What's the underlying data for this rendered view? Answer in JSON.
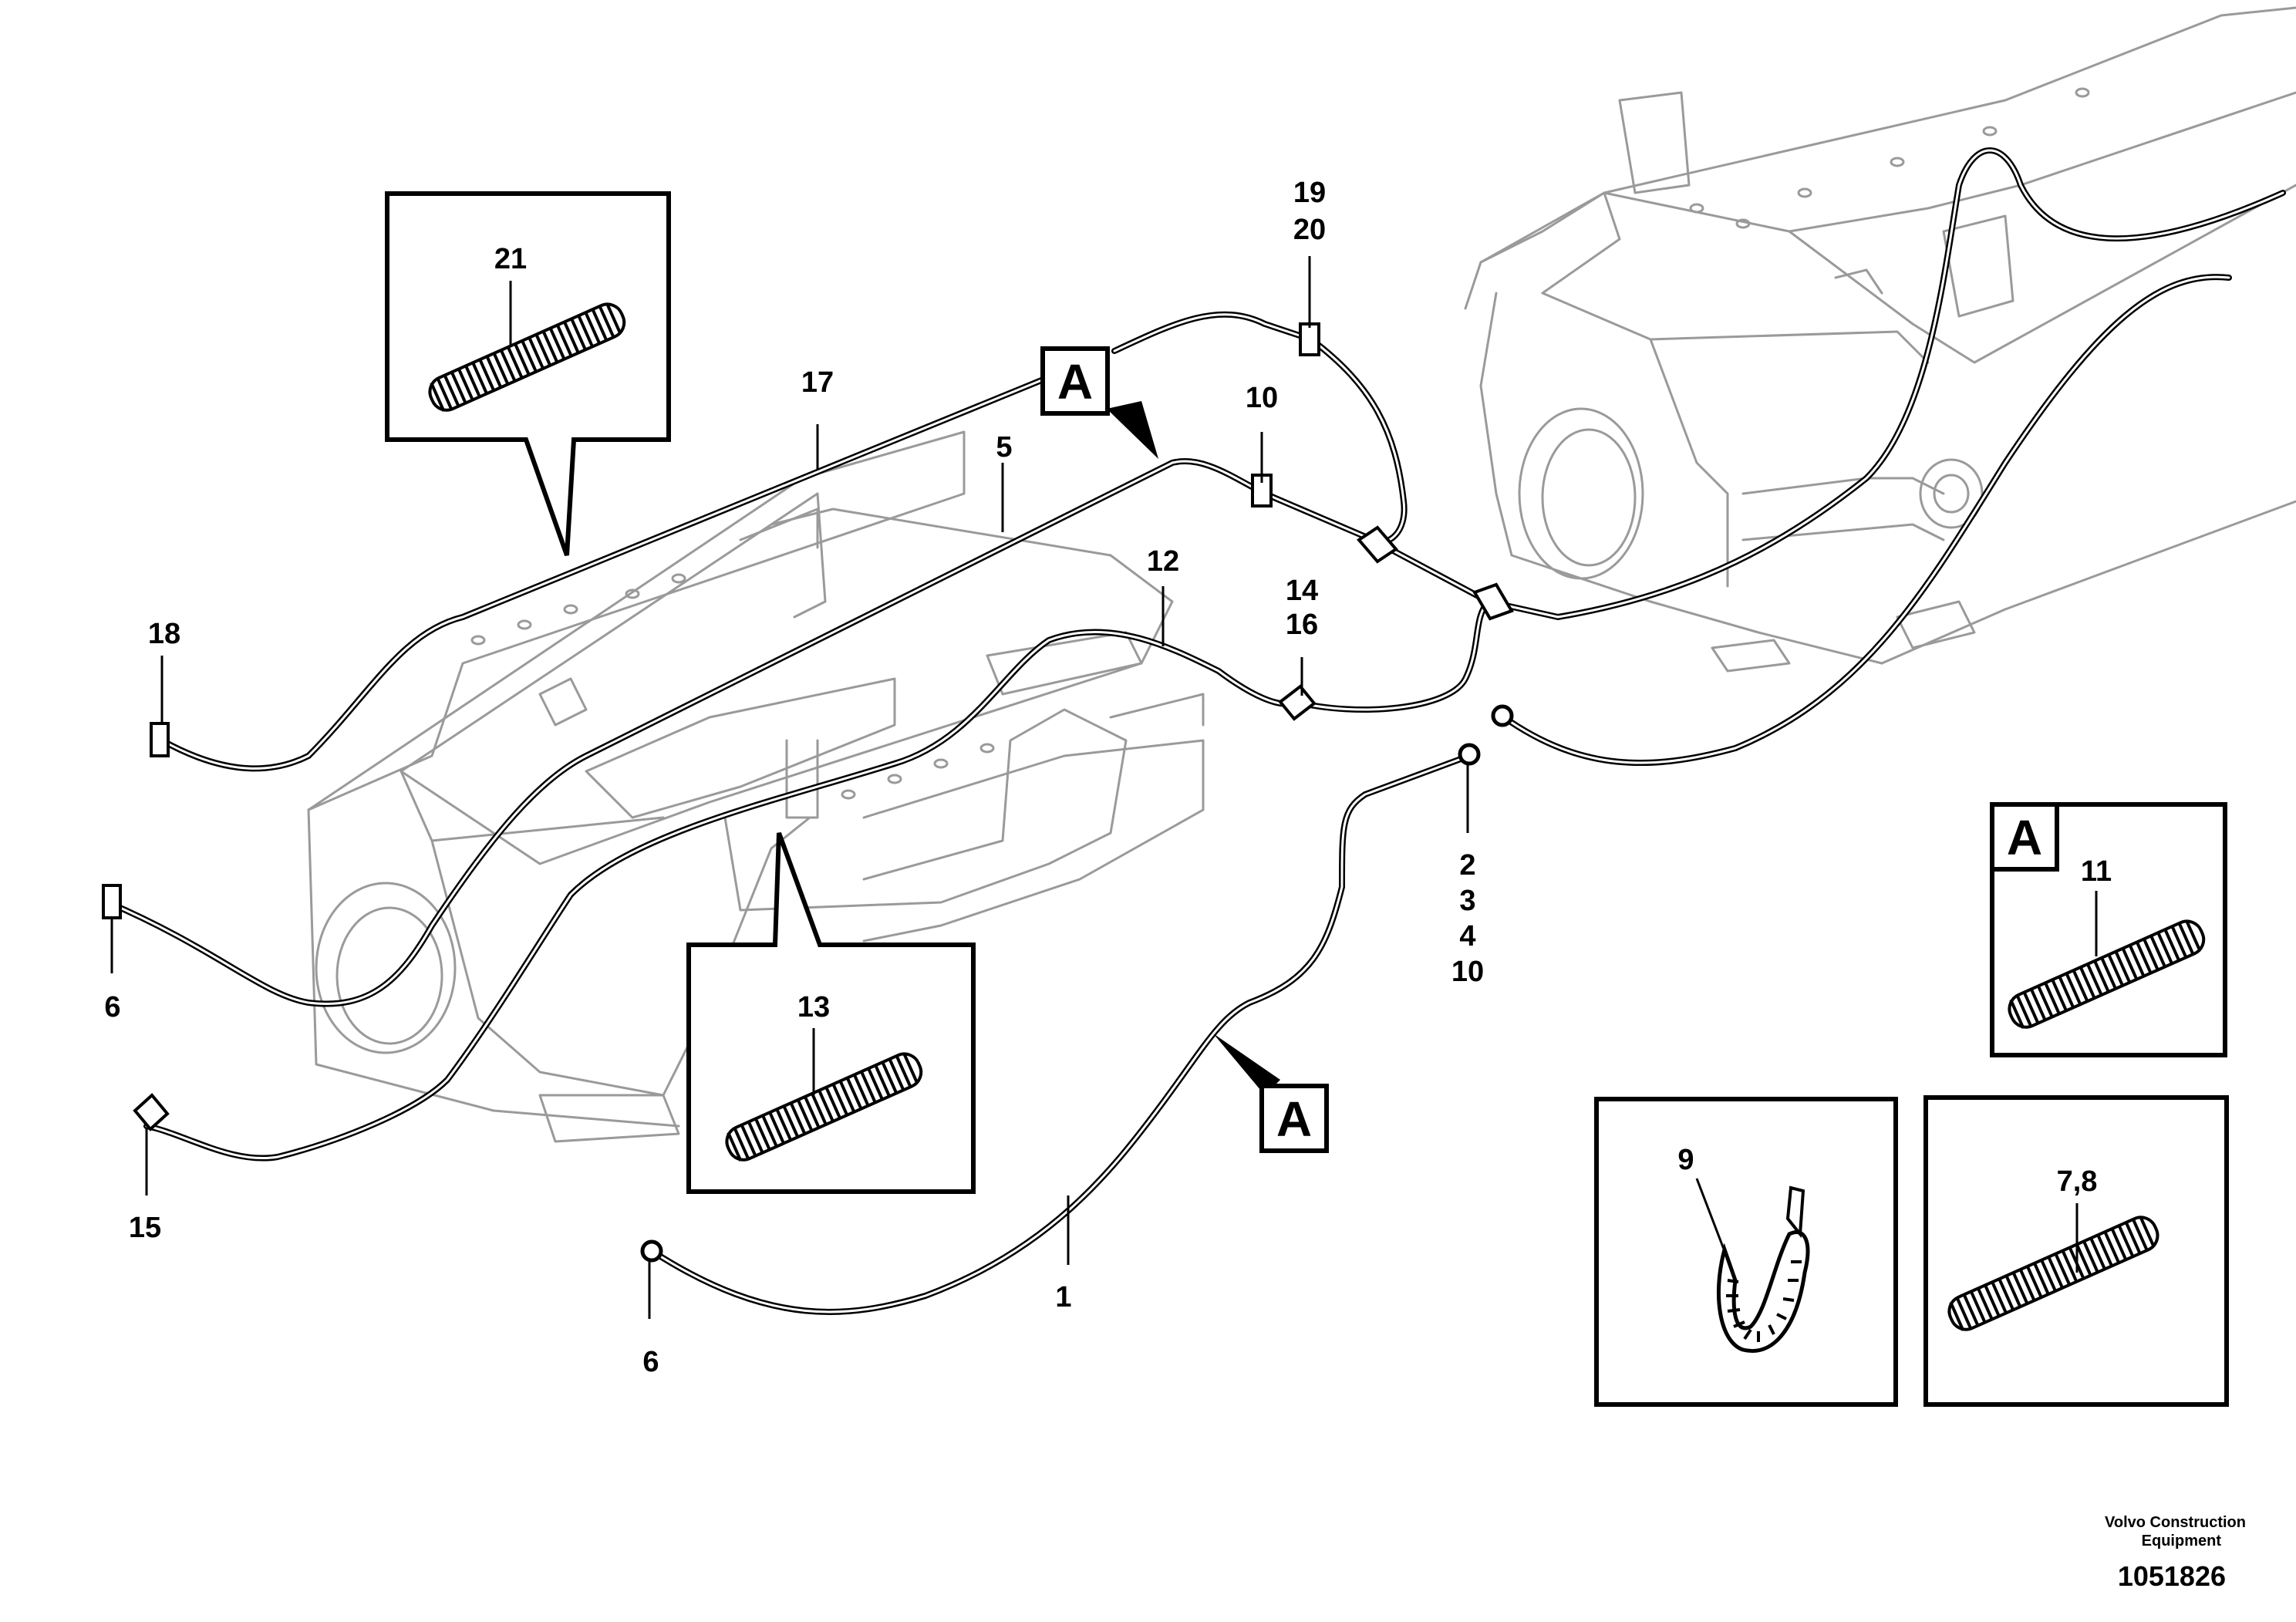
{
  "diagram": {
    "part_labels": {
      "p21": "21",
      "p17": "17",
      "p19_20": [
        "19",
        "20"
      ],
      "p10_top": "10",
      "p5": "5",
      "p12": "12",
      "p14_16": [
        "14",
        "16"
      ],
      "p18": "18",
      "p6_left": "6",
      "p15": "15",
      "p13": "13",
      "p2_3_4_10": [
        "2",
        "3",
        "4",
        "10"
      ],
      "p1": "1",
      "p6_bottom": "6",
      "p11": "11",
      "p9": "9",
      "p7_8": "7,8"
    },
    "section_marker": "A"
  },
  "footer": {
    "brand_line1": "Volvo Construction",
    "brand_line2": "Equipment",
    "drawing_number": "1051826"
  }
}
